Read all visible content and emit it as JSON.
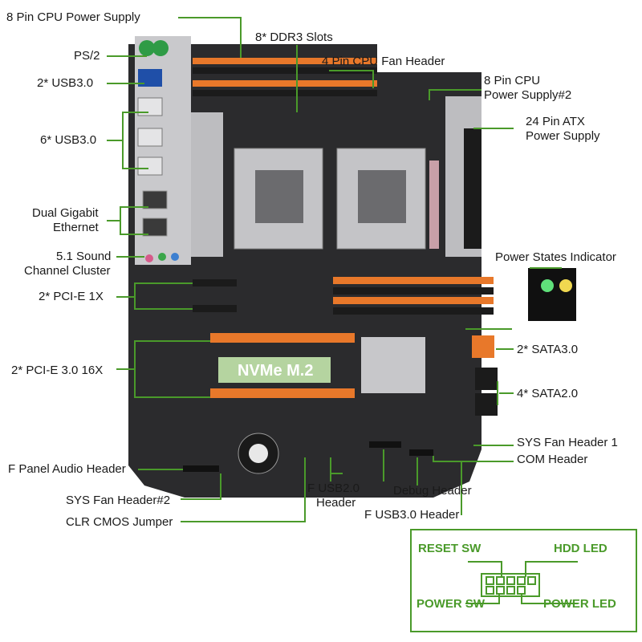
{
  "callouts": {
    "cpu_power": "8 Pin CPU Power Supply",
    "ddr3_slots": "8* DDR3 Slots",
    "ps2": "PS/2",
    "cpu_fan": "4 Pin CPU Fan Header",
    "usb3_2": "2* USB3.0",
    "cpu_power2_line1": "8 Pin CPU",
    "cpu_power2_line2": "Power Supply#2",
    "atx_line1": "24 Pin ATX",
    "atx_line2": "Power Supply",
    "usb3_6": "6* USB3.0",
    "ethernet_line1": "Dual Gigabit",
    "ethernet_line2": "Ethernet",
    "sound_line1": "5.1 Sound",
    "sound_line2": "Channel Cluster",
    "power_states": "Power States Indicator",
    "pcie_1x": "2* PCI-E 1X",
    "sata3": "2* SATA3.0",
    "pcie_16x": "2* PCI-E 3.0 16X",
    "sata2": "4* SATA2.0",
    "sys_fan1": "SYS Fan Header 1",
    "com_header": "COM Header",
    "f_panel_audio": "F Panel Audio Header",
    "f_usb2_line1": "F USB2.0",
    "f_usb2_line2": "Header",
    "debug_header": "Debug Header",
    "sys_fan2": "SYS Fan Header#2",
    "f_usb3": "F USB3.0 Header",
    "clr_cmos": "CLR CMOS Jumper"
  },
  "board_text": {
    "nvme": "NVMe M.2"
  },
  "front_panel": {
    "reset_sw": "RESET SW",
    "hdd_led": "HDD  LED",
    "power_sw": "POWER SW",
    "power_led": "POWER LED"
  },
  "colors": {
    "leader_line": "#4a9a2a",
    "board": "#2e2e30",
    "slot_orange": "#e8782a",
    "label_green": "#4a9a2a"
  }
}
